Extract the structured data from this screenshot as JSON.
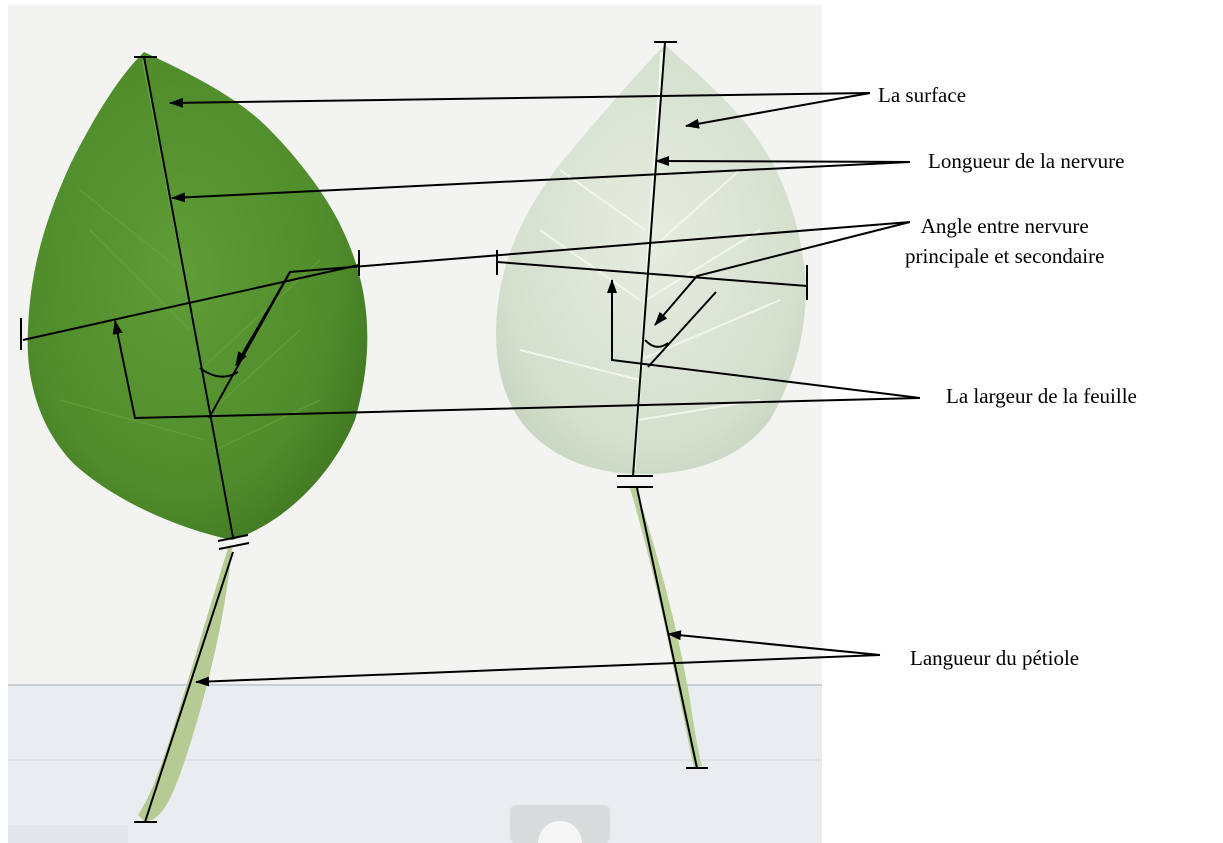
{
  "labels": {
    "surface": "La surface",
    "nervure_length": "Longueur de la nervure",
    "angle": "Angle entre nervure\nprincipale et secondaire",
    "leaf_width": "La largeur de la feuille",
    "petiole_length": "Langueur du pétiole"
  },
  "colors": {
    "background_scan": "#f2f3f1",
    "leaf_upper": "#5c9a34",
    "leaf_upper_dark": "#3f7a22",
    "leaf_lower": "#d9e3d3",
    "leaf_lower_vein": "#f4f7f1",
    "petiole": "#b7cc95",
    "annotation_line": "#000000"
  }
}
